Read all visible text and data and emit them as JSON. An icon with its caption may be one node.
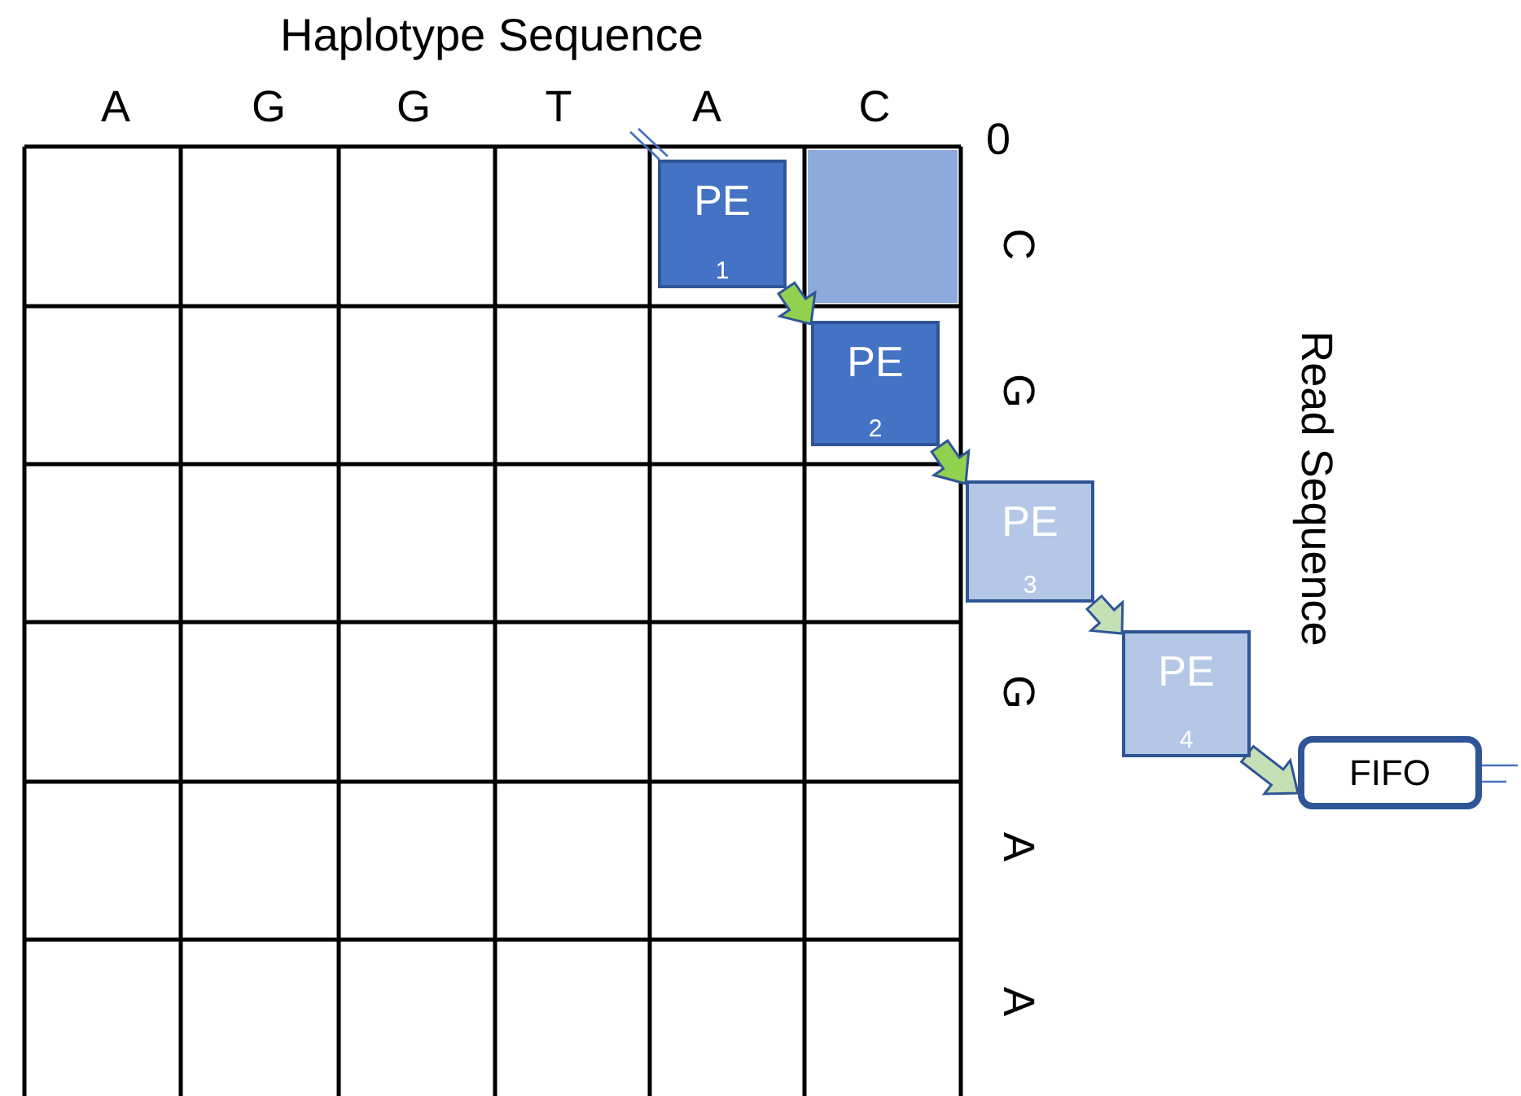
{
  "diagram": {
    "nodes": [
      {
        "text": [
          "PE",
          "1"
        ]
      },
      {
        "text": [
          "PE",
          "2"
        ]
      },
      {
        "text": [
          "PE",
          "3"
        ]
      },
      {
        "text": [
          "PE",
          "4"
        ]
      },
      {
        "text": [
          "FIFO"
        ]
      }
    ],
    "edges": [
      {
        "from": null,
        "to": 0,
        "arrow": "none",
        "color": "#4472c4"
      },
      {
        "from": 0,
        "to": 1,
        "arrow": "to",
        "style": "thick",
        "color": "#92d050"
      },
      {
        "from": 1,
        "to": 2,
        "arrow": "to",
        "style": "thick",
        "color": "#92d050"
      },
      {
        "from": 2,
        "to": 3,
        "arrow": "to",
        "style": "thick",
        "color": "#c5e0b4"
      },
      {
        "from": 3,
        "to": 4,
        "arrow": "to",
        "style": "thick",
        "color": "#c5e0b4"
      },
      {
        "from": 4,
        "to": null,
        "arrow": "none",
        "color": "#4472c4"
      }
    ],
    "labels": [
      "Haplotype Sequence",
      "A",
      "G",
      "G",
      "T",
      "A",
      "C",
      "0",
      "C",
      "G",
      "Read Sequence",
      "G",
      "A",
      "A"
    ]
  }
}
